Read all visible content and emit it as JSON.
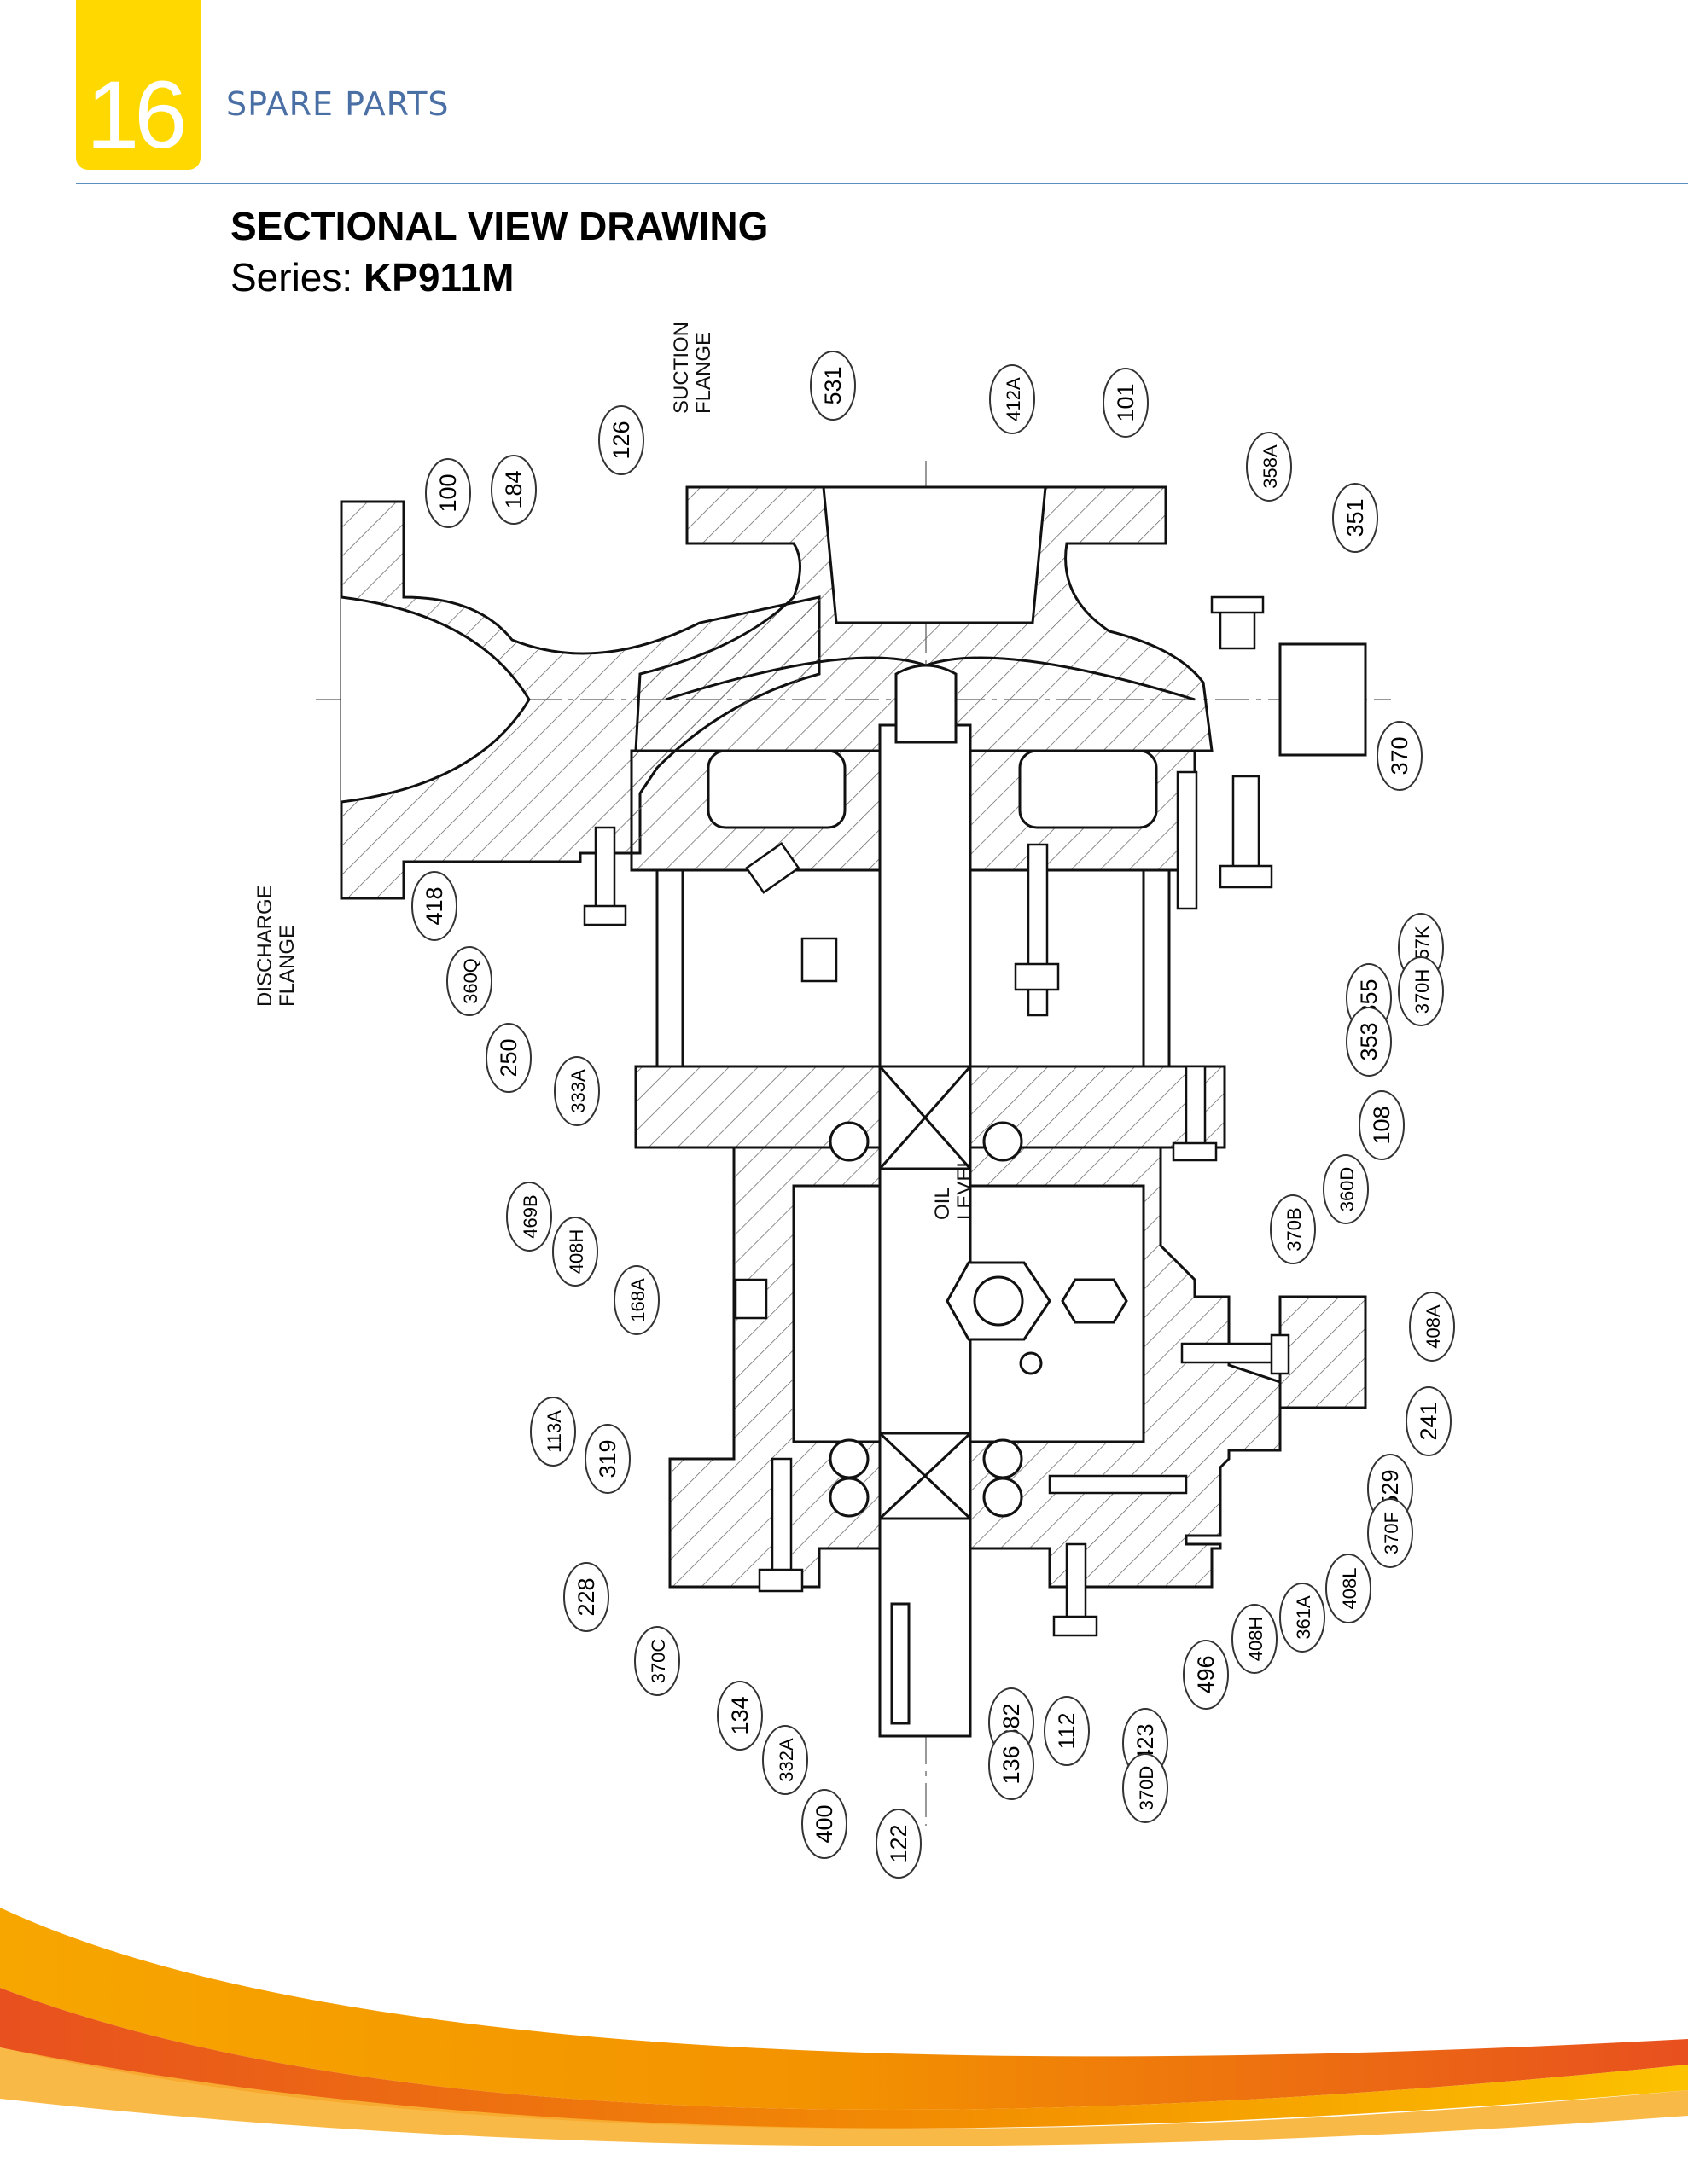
{
  "header": {
    "chapter_number": "16",
    "section": "SPARE PARTS"
  },
  "title": "SECTIONAL VIEW DRAWING",
  "series": {
    "label": "Series:",
    "value": "KP911M"
  },
  "drawing": {
    "notes": {
      "suction": [
        "SUCTION",
        "FLANGE"
      ],
      "discharge": [
        "DISCHARGE",
        "FLANGE"
      ],
      "oil_level": [
        "OIL",
        "LEVEL"
      ]
    },
    "callouts": [
      "100",
      "184",
      "126",
      "531",
      "412A",
      "101",
      "358A",
      "351",
      "370",
      "357K",
      "370H",
      "355",
      "353",
      "418",
      "360Q",
      "250",
      "333A",
      "108",
      "360D",
      "370B",
      "469B",
      "408H",
      "168A",
      "408A",
      "113A",
      "319",
      "241",
      "529",
      "370F",
      "228",
      "408L",
      "361A",
      "408H",
      "496",
      "370C",
      "134",
      "332A",
      "382",
      "136",
      "112",
      "423",
      "370D",
      "400",
      "122"
    ]
  },
  "colors": {
    "accent_yellow": "#FFD800",
    "section_blue": "#4a6fa5",
    "rule_blue": "#5b8fbf",
    "swoosh_orange": "#F39200",
    "swoosh_red": "#E8501F",
    "swoosh_yellow": "#FCC200"
  }
}
